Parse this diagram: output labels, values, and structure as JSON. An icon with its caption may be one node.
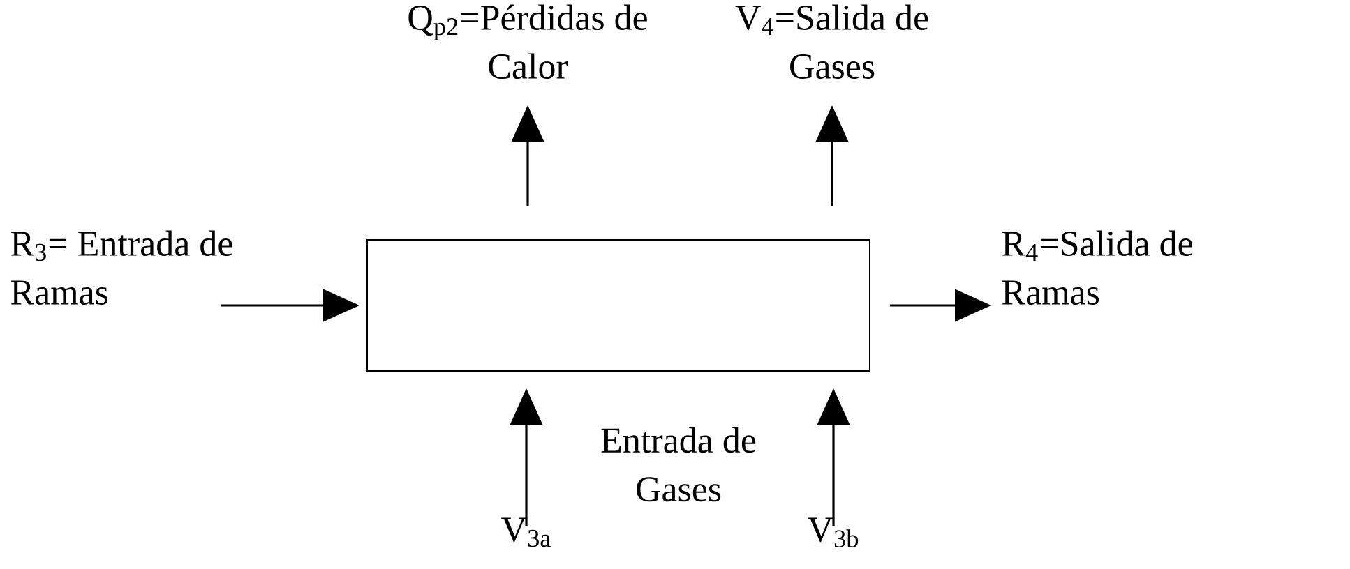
{
  "diagram": {
    "nodes": [
      {
        "text": [],
        "shape": "box"
      },
      {
        "text": [
          "R$_{3}$= Entrada de Ramas"
        ]
      },
      {
        "text": [
          "R$_{4}$=Salida de Ramas"
        ]
      },
      {
        "text": [
          "Q$_{p2}$=Pérdidas de Calor"
        ]
      },
      {
        "text": [
          "V$_{4}$=Salida de Gases"
        ]
      },
      {
        "text": [
          "V$_{3a}$"
        ]
      },
      {
        "text": [
          "V$_{3b}$"
        ]
      }
    ],
    "edges": [
      {
        "from": 1,
        "to": 0,
        "arrow": "to"
      },
      {
        "from": 0,
        "to": 2,
        "arrow": "to"
      },
      {
        "from": 0,
        "to": 3,
        "arrow": "to"
      },
      {
        "from": 0,
        "to": 4,
        "arrow": "to"
      },
      {
        "from": 5,
        "to": 0,
        "arrow": "to"
      },
      {
        "from": 6,
        "to": 0,
        "arrow": "to"
      }
    ],
    "labels": [
      "Entrada de Gases"
    ]
  }
}
